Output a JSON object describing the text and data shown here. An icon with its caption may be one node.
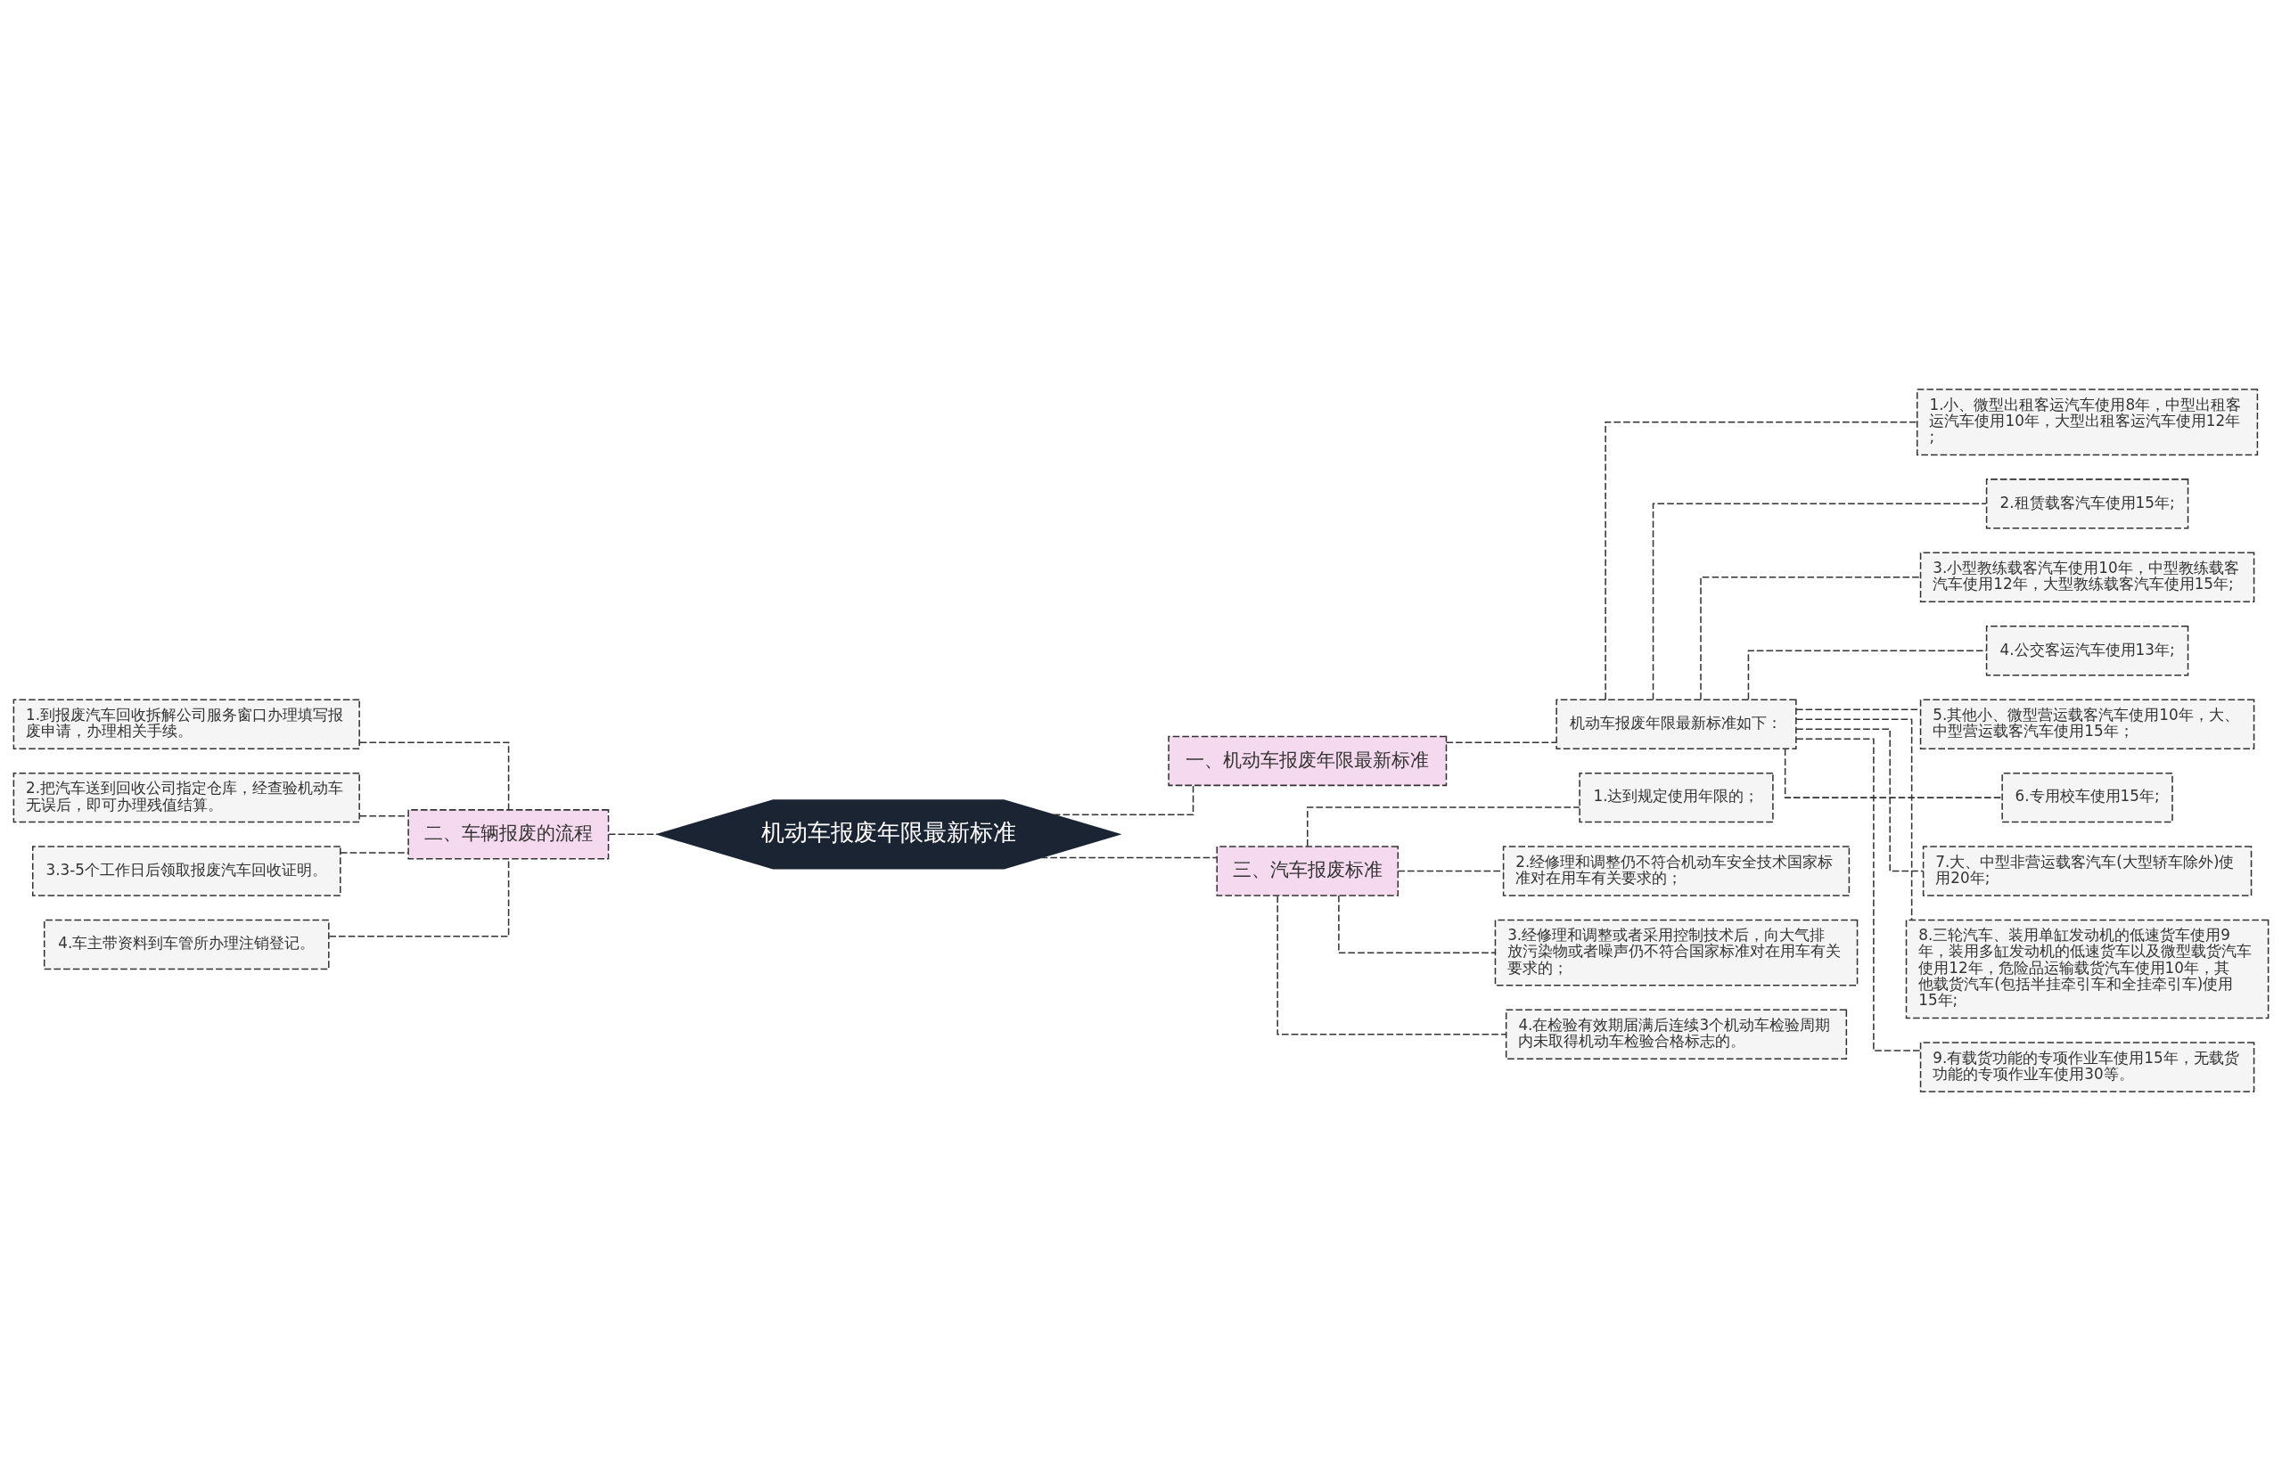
{
  "diagram": {
    "nodes": [
      {
        "text": [
          "机动车报废年限最新标准"
        ]
      },
      {
        "text": [
          "一、机动车报废年限最新标准"
        ]
      },
      {
        "text": [
          "机动车报废年限最新标准如下："
        ]
      },
      {
        "text": [
          "1.小、微型出租客运汽车使用8年，中型出租客运汽车使用10年，大型出租客运汽车使用12年;"
        ]
      },
      {
        "text": [
          "2.租赁载客汽车使用15年;"
        ]
      },
      {
        "text": [
          "3.小型教练载客汽车使用10年，中型教练载客汽车使用12年，大型教练载客汽车使用15年;"
        ]
      },
      {
        "text": [
          "4.公交客运汽车使用13年;"
        ]
      },
      {
        "text": [
          "5.其他小、微型营运载客汽车使用10年，大、中型营运载客汽车使用15年；"
        ]
      },
      {
        "text": [
          "6.专用校车使用15年;"
        ]
      },
      {
        "text": [
          "7.大、中型非营运载客汽车(大型轿车除外)使用20年;"
        ]
      },
      {
        "text": [
          "8.三轮汽车、装用单缸发动机的低速货车使用9年，装用多缸发动机的低速货车以及微型载货汽车使用12年，危险品运输载货汽车使用10年，其他载货汽车(包括半挂牵引车和全挂牵引车)使用15年;"
        ]
      },
      {
        "text": [
          "9.有载货功能的专项作业车使用15年，无载货功能的专项作业车使用30等。"
        ]
      },
      {
        "text": [
          "三、汽车报废标准"
        ]
      },
      {
        "text": [
          "1.达到规定使用年限的；"
        ]
      },
      {
        "text": [
          "2.经修理和调整仍不符合机动车安全技术国家标准对在用车有关要求的；"
        ]
      },
      {
        "text": [
          "3.经修理和调整或者采用控制技术后，向大气排放污染物或者噪声仍不符合国家标准对在用车有关要求的；"
        ]
      },
      {
        "text": [
          "4.在检验有效期届满后连续3个机动车检验周期内未取得机动车检验合格标志的。"
        ]
      },
      {
        "text": [
          "二、车辆报废的流程"
        ]
      },
      {
        "text": [
          "1.到报废汽车回收拆解公司服务窗口办理填写报废申请，办理相关手续。"
        ]
      },
      {
        "text": [
          "2.把汽车送到回收公司指定仓库，经查验机动车无误后，即可办理残值结算。"
        ]
      },
      {
        "text": [
          "3.3-5个工作日后领取报废汽车回收证明。"
        ]
      },
      {
        "text": [
          "4.车主带资料到车管所办理注销登记。"
        ]
      }
    ],
    "edges": [
      {
        "from": 0,
        "to": 1,
        "arrow": "none",
        "style": "dashed"
      },
      {
        "from": 1,
        "to": 2,
        "arrow": "none",
        "style": "dashed"
      },
      {
        "from": 2,
        "to": 3,
        "arrow": "none",
        "style": "dashed"
      },
      {
        "from": 2,
        "to": 4,
        "arrow": "none",
        "style": "dashed"
      },
      {
        "from": 2,
        "to": 5,
        "arrow": "none",
        "style": "dashed"
      },
      {
        "from": 2,
        "to": 6,
        "arrow": "none",
        "style": "dashed"
      },
      {
        "from": 2,
        "to": 7,
        "arrow": "none",
        "style": "dashed"
      },
      {
        "from": 2,
        "to": 8,
        "arrow": "none",
        "style": "dashed"
      },
      {
        "from": 2,
        "to": 9,
        "arrow": "none",
        "style": "dashed"
      },
      {
        "from": 2,
        "to": 10,
        "arrow": "none",
        "style": "dashed"
      },
      {
        "from": 2,
        "to": 11,
        "arrow": "none",
        "style": "dashed"
      },
      {
        "from": 0,
        "to": 12,
        "arrow": "none",
        "style": "dashed"
      },
      {
        "from": 12,
        "to": 13,
        "arrow": "none",
        "style": "dashed"
      },
      {
        "from": 12,
        "to": 14,
        "arrow": "none",
        "style": "dashed"
      },
      {
        "from": 12,
        "to": 15,
        "arrow": "none",
        "style": "dashed"
      },
      {
        "from": 12,
        "to": 16,
        "arrow": "none",
        "style": "dashed"
      },
      {
        "from": 0,
        "to": 17,
        "arrow": "none",
        "style": "dashed"
      },
      {
        "from": 17,
        "to": 18,
        "arrow": "none",
        "style": "dashed"
      },
      {
        "from": 17,
        "to": 19,
        "arrow": "none",
        "style": "dashed"
      },
      {
        "from": 17,
        "to": 20,
        "arrow": "none",
        "style": "dashed"
      },
      {
        "from": 17,
        "to": 21,
        "arrow": "none",
        "style": "dashed"
      }
    ]
  }
}
